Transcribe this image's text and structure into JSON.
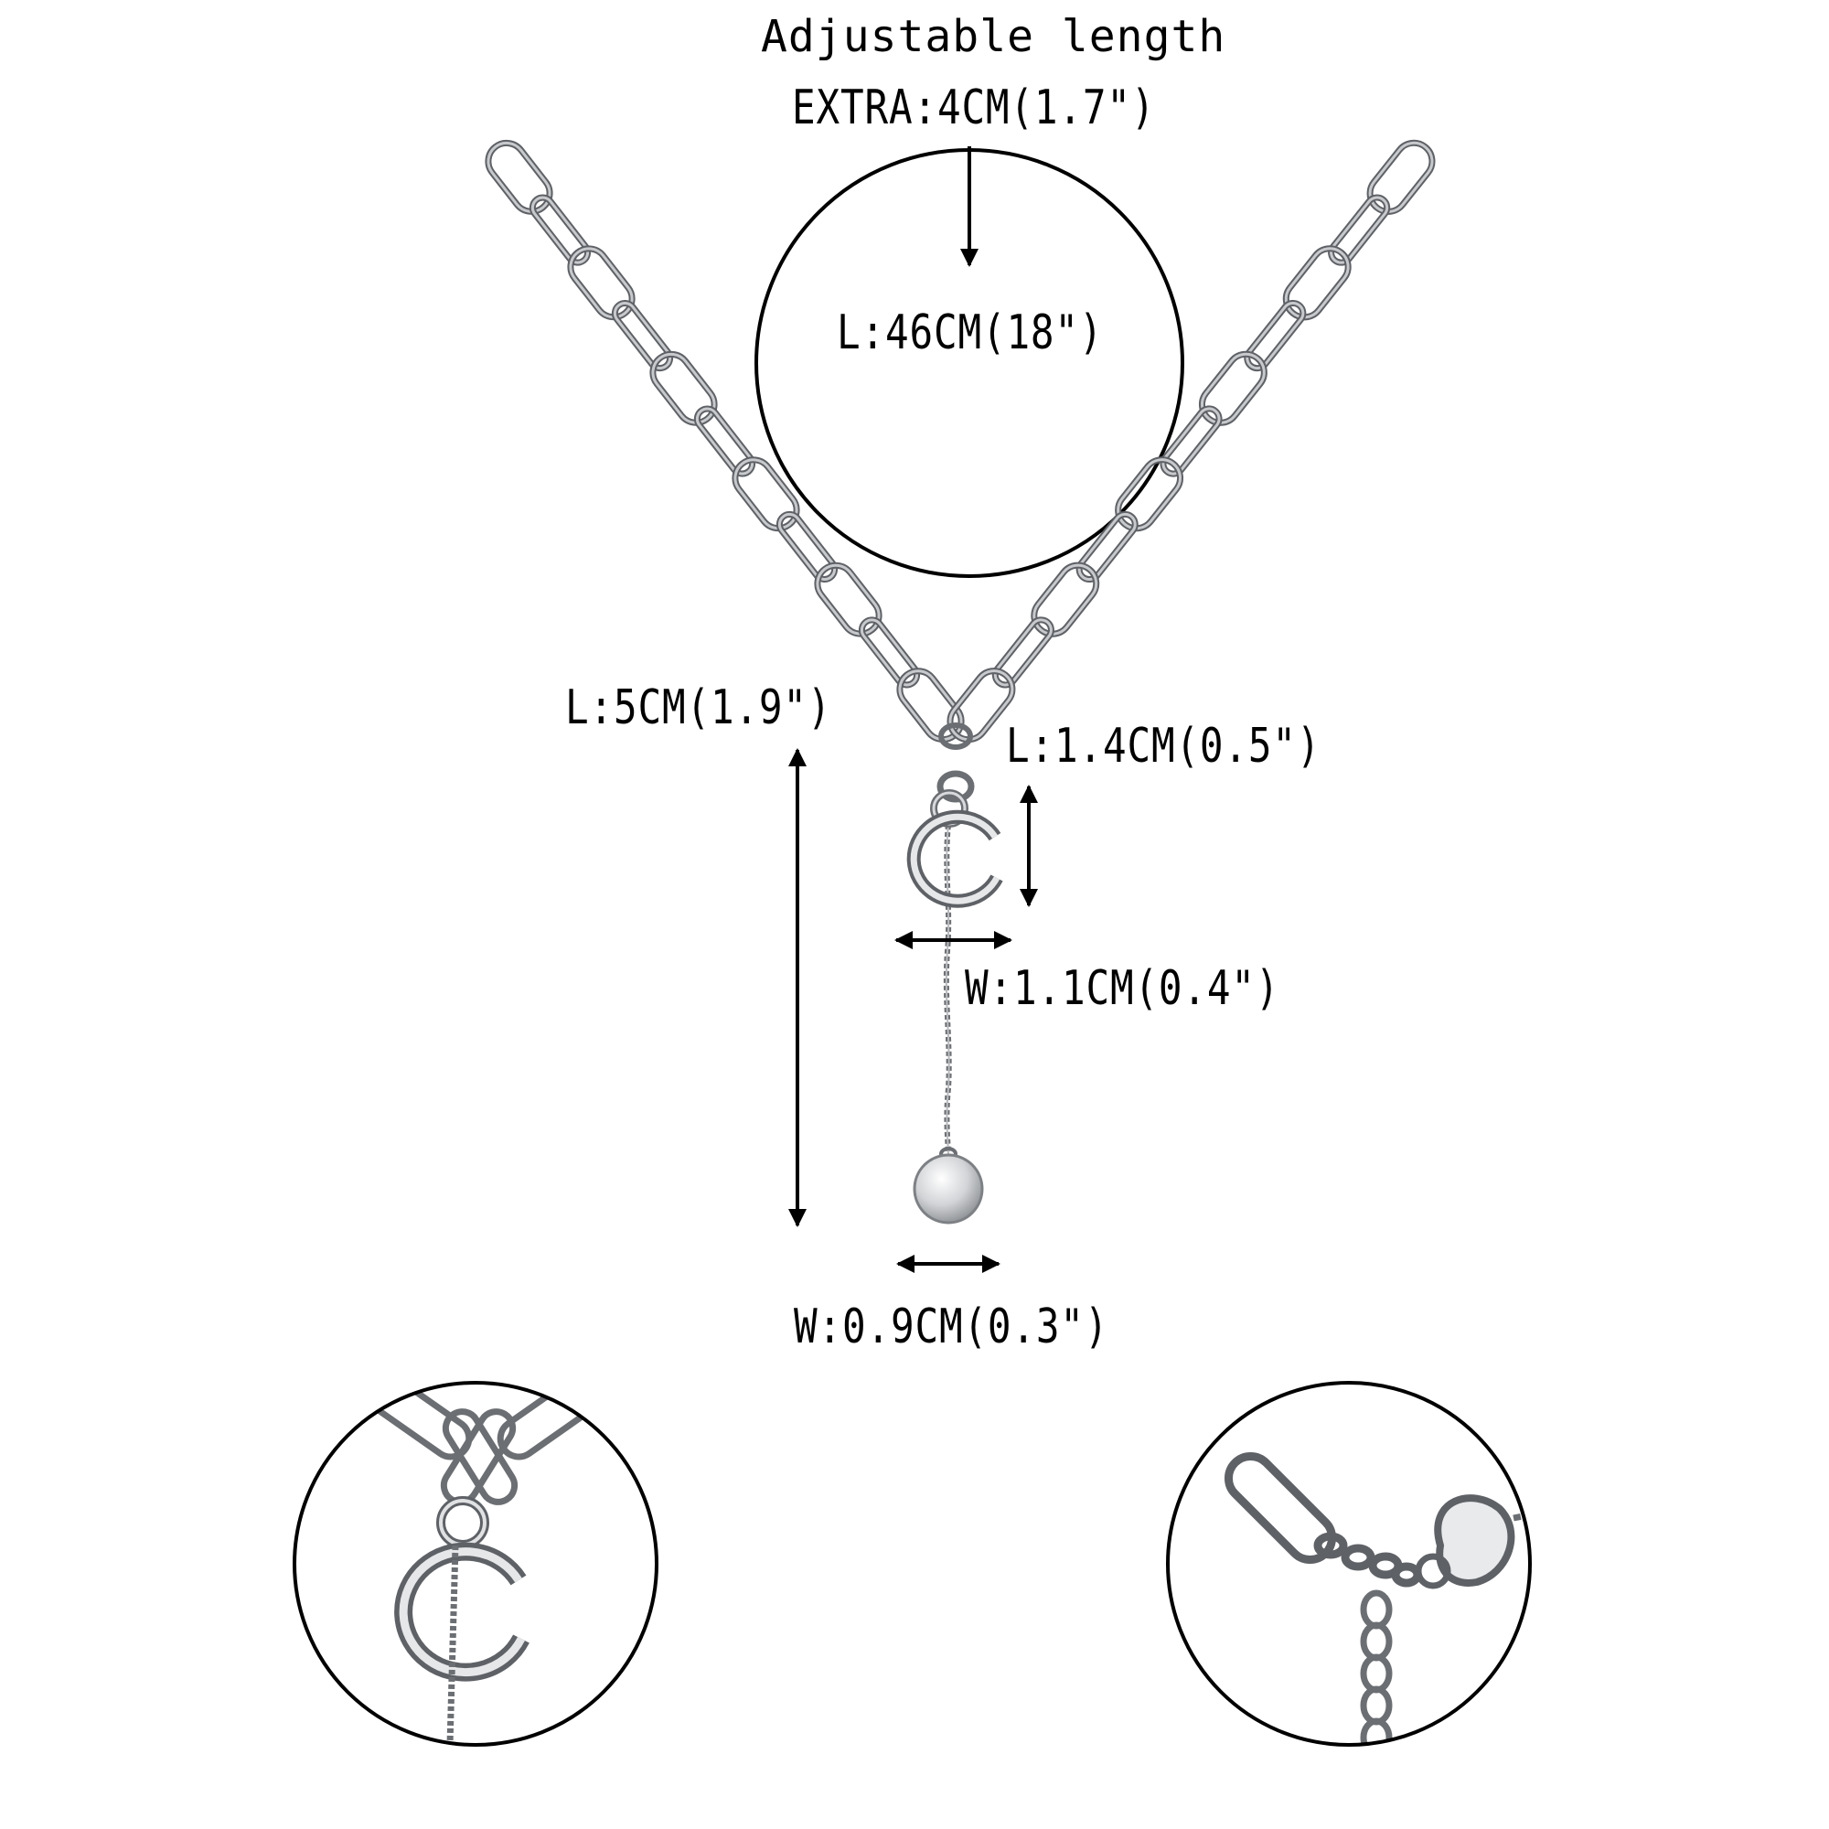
{
  "header": {
    "title": "Adjustable length",
    "extra": "EXTRA:4CM(1.7\")"
  },
  "dimensions": {
    "chain_length": "L:46CM(18\")",
    "drop_length": "L:5CM(1.9\")",
    "letter_length": "L:1.4CM(0.5\")",
    "letter_width": "W:1.1CM(0.4\")",
    "disc_width": "W:0.9CM(0.3\")"
  },
  "pendant": {
    "letter": "C"
  },
  "colors": {
    "metal": "#c7c9cc",
    "metal_dark": "#5e6166",
    "line": "#000000"
  }
}
